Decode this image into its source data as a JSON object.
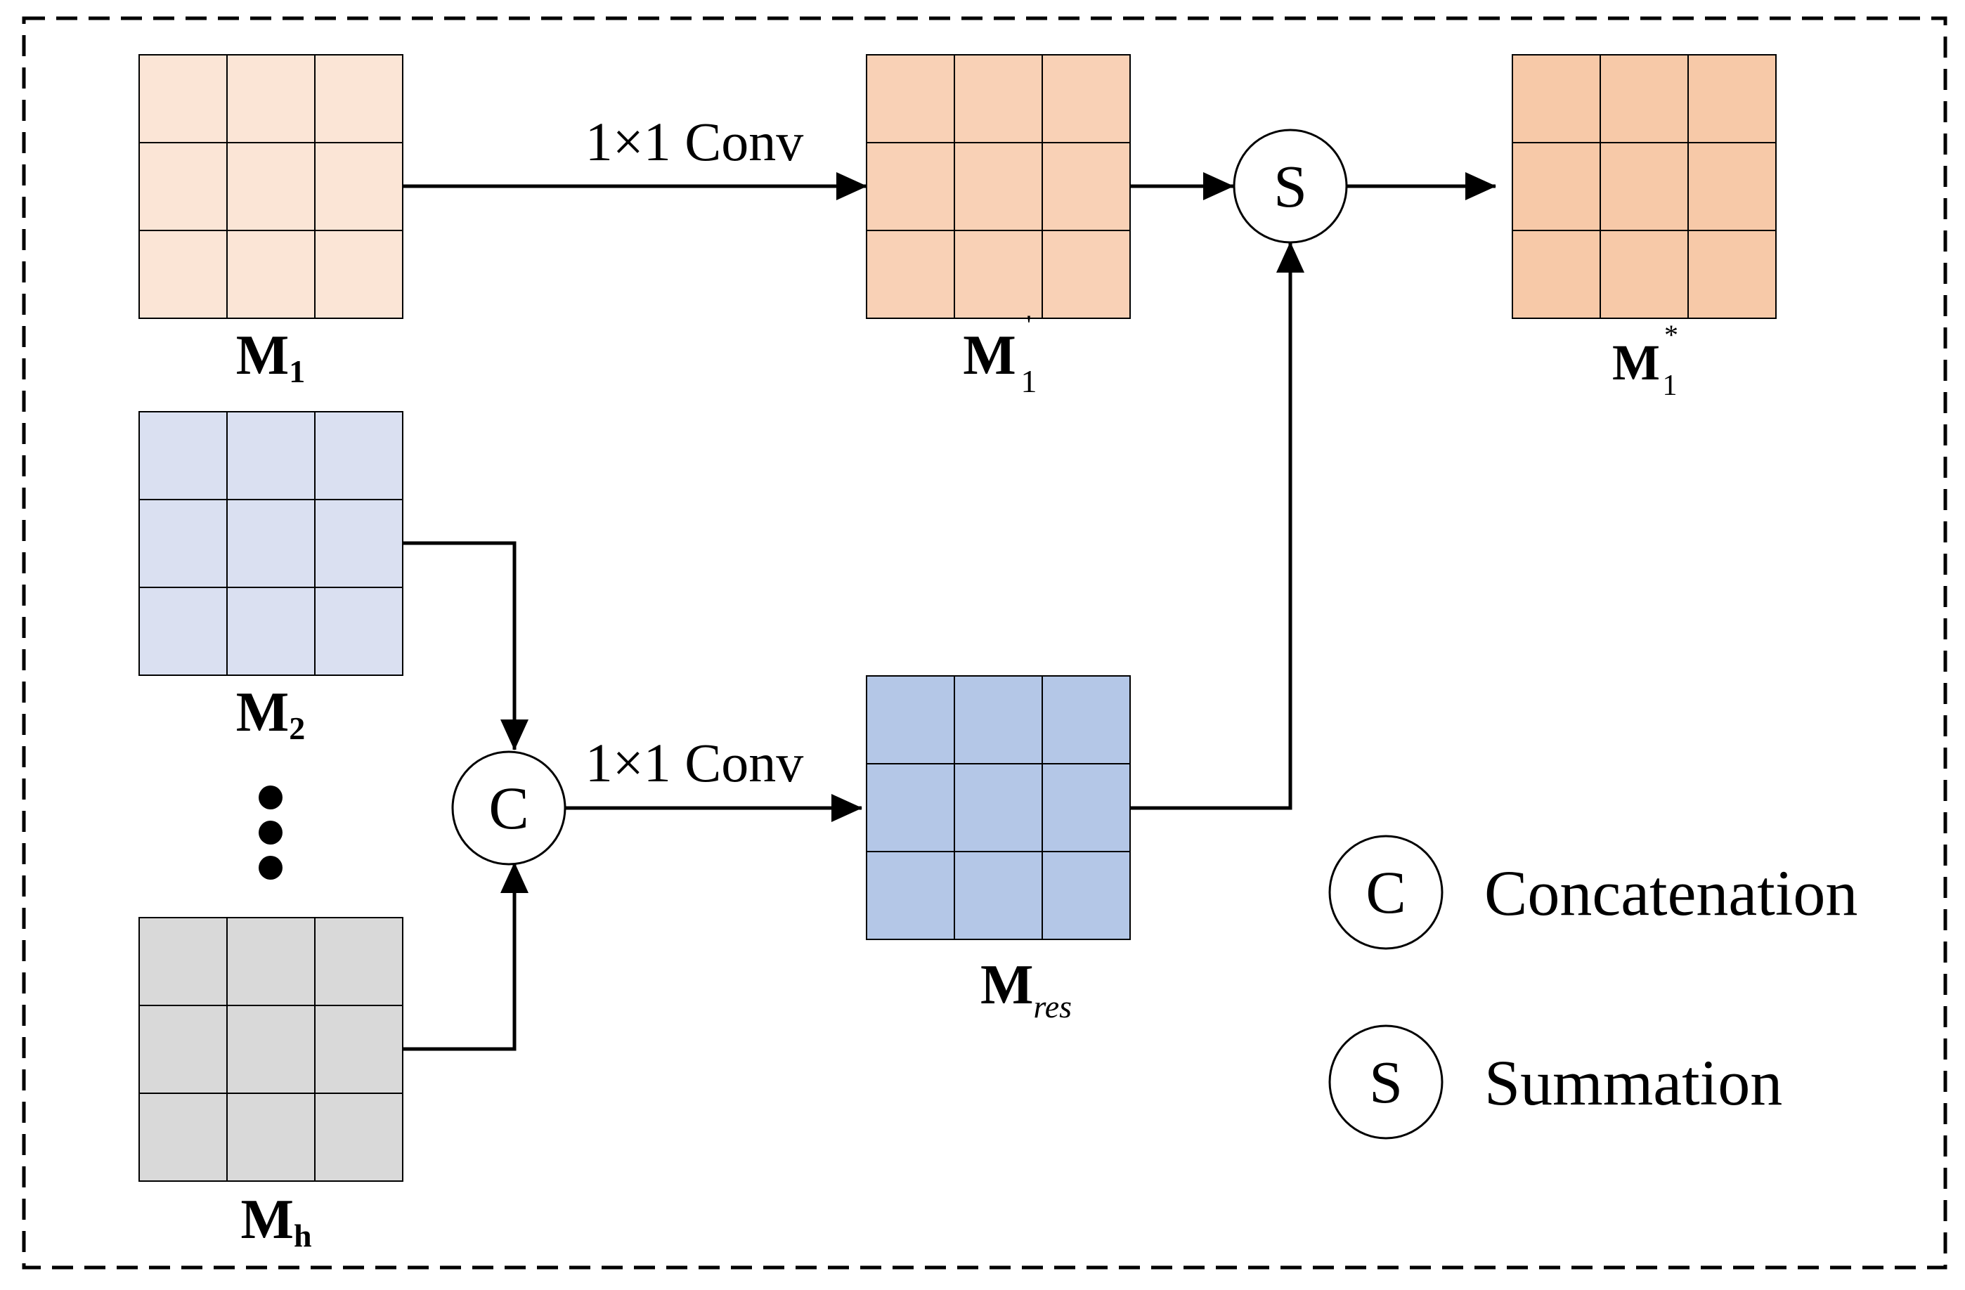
{
  "colors": {
    "m1": "#fbe5d6",
    "m1_prime": "#f9d1b6",
    "m1_star": "#f7c9a8",
    "m2": "#dae0f1",
    "mres": "#b4c7e7",
    "mh": "#d9d9d9",
    "line": "#000000"
  },
  "labels": {
    "m1": {
      "main": "M",
      "sub": "1"
    },
    "m1_prime": {
      "main": "M",
      "sup": "'",
      "sub": "1"
    },
    "m1_star": {
      "main": "M",
      "sup": "*",
      "sub": "1"
    },
    "m2": {
      "main": "M",
      "sub": "2"
    },
    "mh": {
      "main": "M",
      "sub": "h"
    },
    "mres": {
      "main": "M",
      "sub": "res"
    }
  },
  "ops": {
    "conv_top": "1×1 Conv",
    "conv_bottom": "1×1 Conv",
    "concat_symbol": "C",
    "sum_symbol": "S"
  },
  "legend": {
    "items": [
      {
        "symbol": "C",
        "text": "Concatenation"
      },
      {
        "symbol": "S",
        "text": "Summation"
      }
    ]
  }
}
